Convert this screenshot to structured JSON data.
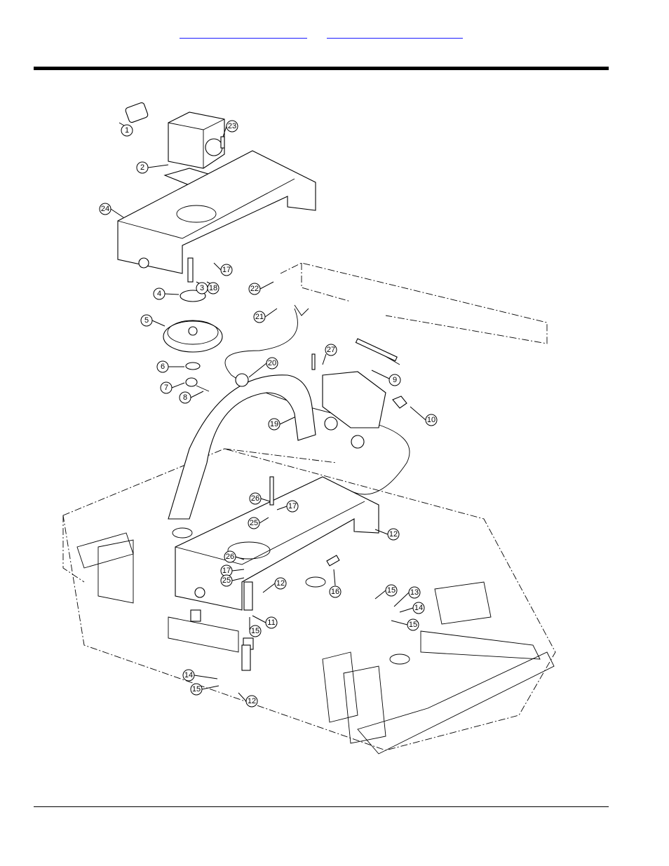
{
  "header": {
    "links": [
      {
        "label": ""
      },
      {
        "label": ""
      }
    ]
  },
  "diagram": {
    "callouts": [
      {
        "n": "1"
      },
      {
        "n": "2"
      },
      {
        "n": "23"
      },
      {
        "n": "24"
      },
      {
        "n": "17"
      },
      {
        "n": "18"
      },
      {
        "n": "3"
      },
      {
        "n": "4"
      },
      {
        "n": "22"
      },
      {
        "n": "21"
      },
      {
        "n": "5"
      },
      {
        "n": "27"
      },
      {
        "n": "9"
      },
      {
        "n": "6"
      },
      {
        "n": "20"
      },
      {
        "n": "7"
      },
      {
        "n": "8"
      },
      {
        "n": "10"
      },
      {
        "n": "19"
      },
      {
        "n": "26"
      },
      {
        "n": "17"
      },
      {
        "n": "25"
      },
      {
        "n": "12"
      },
      {
        "n": "26"
      },
      {
        "n": "17"
      },
      {
        "n": "25"
      },
      {
        "n": "12"
      },
      {
        "n": "16"
      },
      {
        "n": "15"
      },
      {
        "n": "13"
      },
      {
        "n": "14"
      },
      {
        "n": "15"
      },
      {
        "n": "11"
      },
      {
        "n": "15"
      },
      {
        "n": "14"
      },
      {
        "n": "15"
      },
      {
        "n": "12"
      }
    ]
  }
}
